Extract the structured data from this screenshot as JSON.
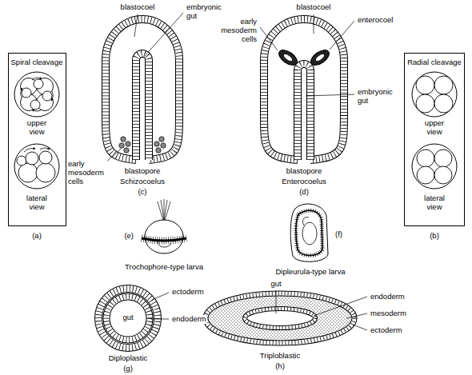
{
  "diagram": {
    "nodes": [
      {
        "text": [
          "Spiral cleavage",
          "upper view",
          "lateral view"
        ]
      },
      {
        "text": [
          "Radial cleavage",
          "upper view",
          "lateral view"
        ]
      }
    ],
    "labels": [
      "blastocoel",
      "embryonic gut",
      "early mesoderm cells",
      "blastopore",
      "Schizocoelus",
      "(c)",
      "early mesoderm cells",
      "blastocoel",
      "enterocoel",
      "embryonic gut",
      "blastopore",
      "Enterocoelus",
      "(d)",
      "(a)",
      "(b)",
      "Trochophore-type larva",
      "(e)",
      "Dipleurula-type larva",
      "(f)",
      "ectoderm",
      "gut",
      "endoderm",
      "Diploplastic",
      "(g)",
      "gut",
      "endoderm",
      "mesoderm",
      "ectoderm",
      "Triploblastic",
      "(h)"
    ]
  }
}
